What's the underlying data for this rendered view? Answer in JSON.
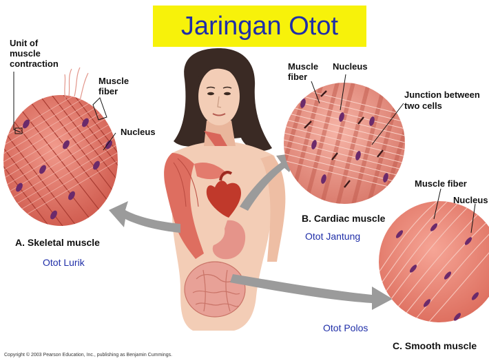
{
  "title": "Jaringan Otot",
  "skeletal": {
    "caption": "A. Skeletal muscle",
    "indonesian": "Otot Lurik",
    "label_unit_line1": "Unit of",
    "label_unit_line2": "muscle",
    "label_unit_line3": "contraction",
    "label_fiber_line1": "Muscle",
    "label_fiber_line2": "fiber",
    "label_nucleus": "Nucleus"
  },
  "cardiac": {
    "caption": "B. Cardiac muscle",
    "indonesian": "Otot Jantung",
    "label_fiber_line1": "Muscle",
    "label_fiber_line2": "fiber",
    "label_nucleus": "Nucleus",
    "label_junction_line1": "Junction between",
    "label_junction_line2": "two cells"
  },
  "smooth": {
    "caption": "C. Smooth muscle",
    "indonesian": "Otot Polos",
    "label_fiber": "Muscle fiber",
    "label_nucleus": "Nucleus"
  },
  "copyright": "Copyright © 2003 Pearson Education, Inc., publishing as Benjamin Cummings.",
  "colors": {
    "title_bg": "#f7f20a",
    "title_text": "#1f2ea8",
    "muscle": "#e2766b",
    "nucleus": "#6b2a6b",
    "arrow": "#9b9b9b",
    "skin": "#f3cdb6",
    "hair": "#3a2a24"
  }
}
